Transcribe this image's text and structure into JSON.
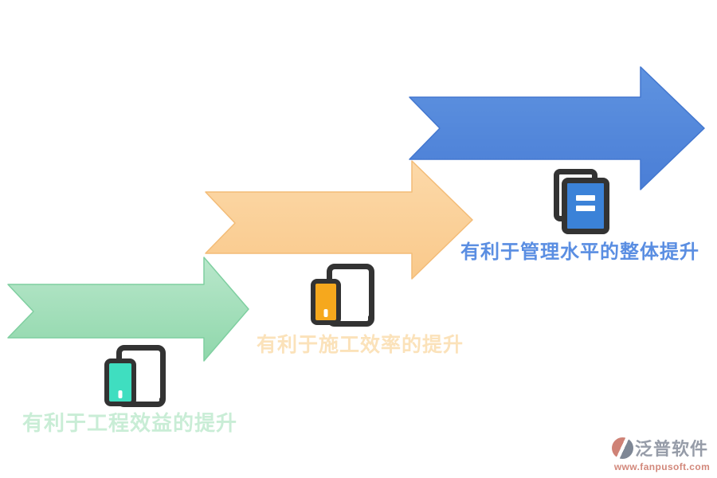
{
  "steps": [
    {
      "label": "有利于工程效益的提升",
      "label_color": "#c9edd6",
      "arrow": {
        "fill_top": "#b9e7cb",
        "fill_bottom": "#8fd7ab",
        "stroke": "#7fcfa0"
      },
      "icon": {
        "name": "phone-tablet-icon",
        "accent": "#3fdec0"
      }
    },
    {
      "label": "有利于施工效率的提升",
      "label_color": "#fbe2ba",
      "arrow": {
        "fill_top": "#fcd9a9",
        "fill_bottom": "#f9c98b",
        "stroke": "#f3bc77"
      },
      "icon": {
        "name": "phone-tablet-icon",
        "accent": "#f6a81d"
      }
    },
    {
      "label": "有利于管理水平的整体提升",
      "label_color": "#5a8ee2",
      "arrow": {
        "fill_top": "#5f93e0",
        "fill_bottom": "#4a7ed6",
        "stroke": "#4377cf"
      },
      "icon": {
        "name": "documents-icon",
        "accent": "#3b82d8"
      }
    }
  ],
  "watermark": {
    "brand": "泛普软件",
    "url": "www.fanpusoft.com",
    "brand_color": "#969ca8",
    "url_color": "#d2887b",
    "mark_coral": "#cf8276",
    "mark_slate": "#7e8795"
  }
}
